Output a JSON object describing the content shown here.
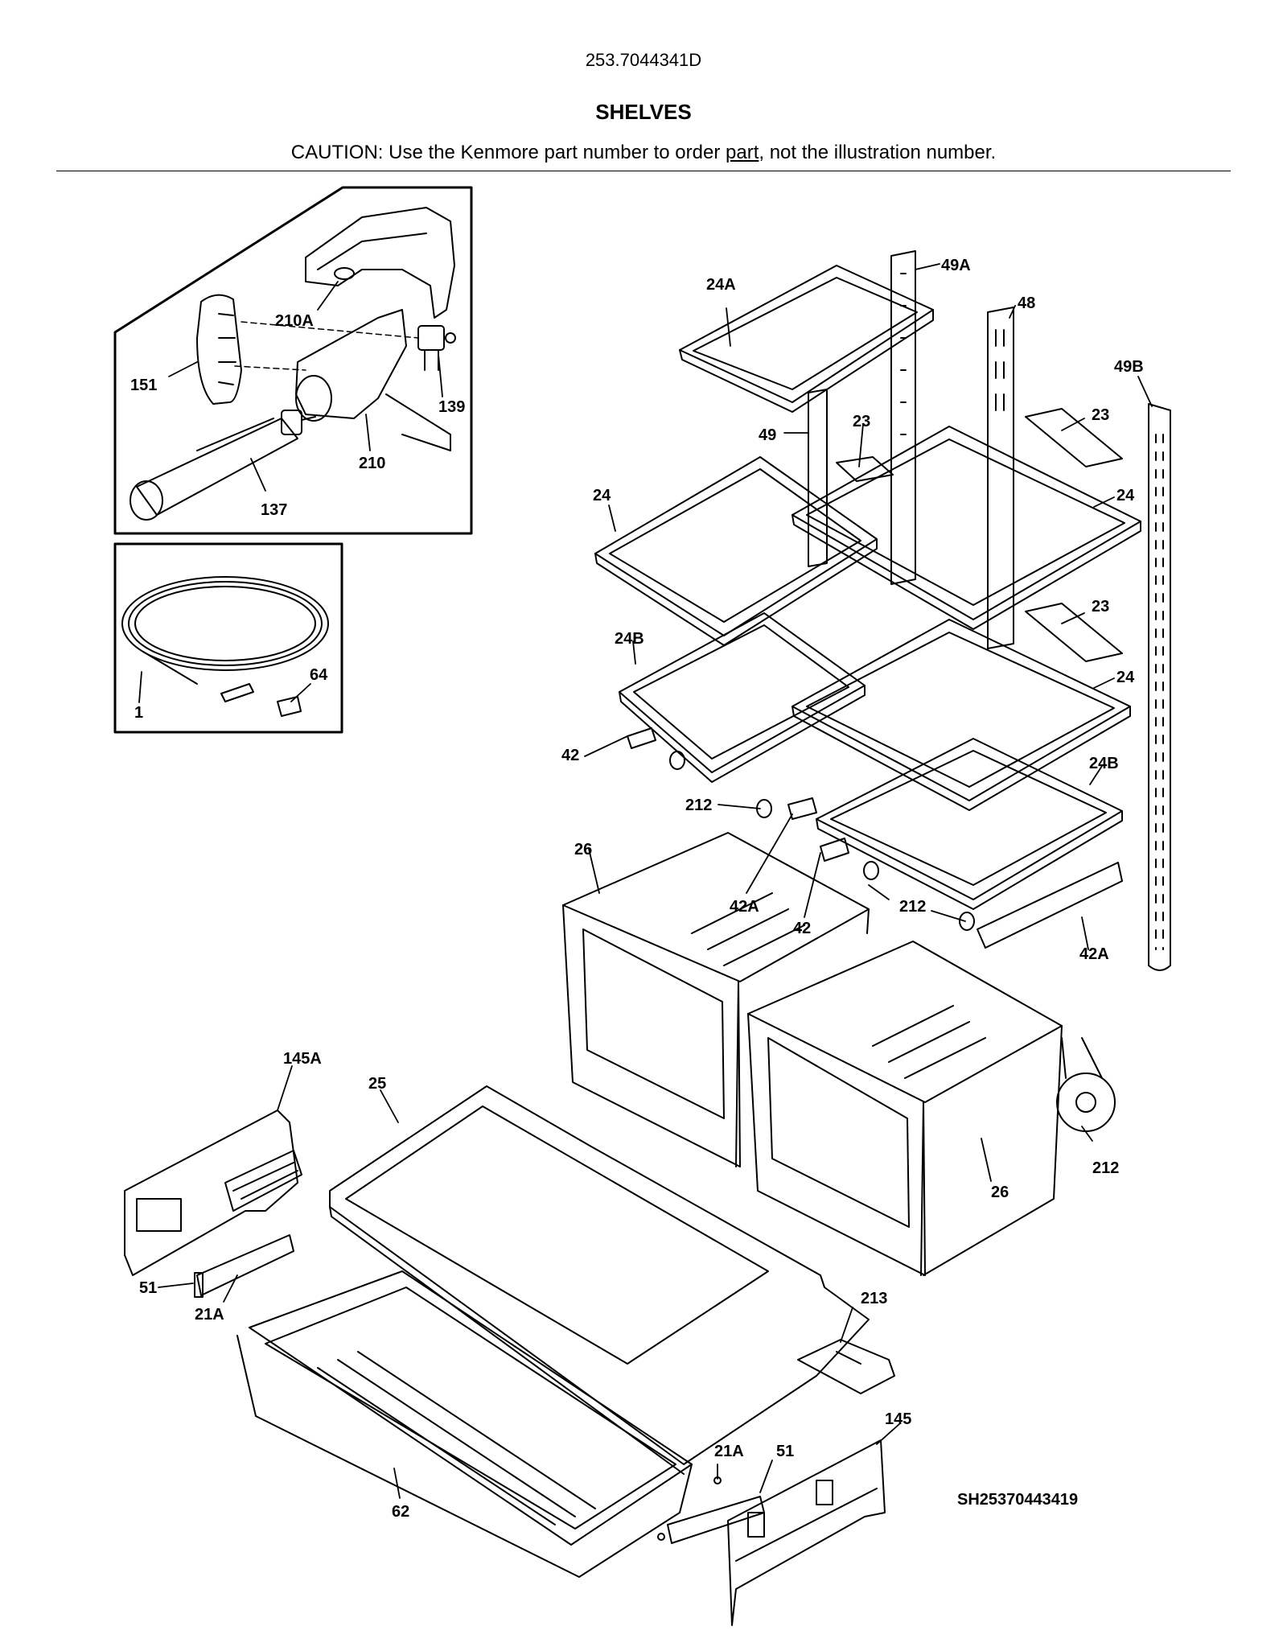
{
  "header": {
    "model_number": "253.7044341D",
    "title": "SHELVES",
    "caution_before": "CAUTION: Use the Kenmore part number to order ",
    "caution_link": "part",
    "caution_after": ", not the illustration number."
  },
  "callouts": {
    "c210A": "210A",
    "c151": "151",
    "c139": "139",
    "c210": "210",
    "c137": "137",
    "c1": "1",
    "c64": "64",
    "c24A": "24A",
    "c49A": "49A",
    "c48": "48",
    "c49B": "49B",
    "c49": "49",
    "c23a": "23",
    "c23b": "23",
    "c23c": "23",
    "c24a": "24",
    "c24b": "24",
    "c24c": "24",
    "c24Ba": "24B",
    "c24Bb": "24B",
    "c42a": "42",
    "c42b": "42",
    "c42Aa": "42A",
    "c42Ab": "42A",
    "c212a": "212",
    "c212b": "212",
    "c212c": "212",
    "c26a": "26",
    "c26b": "26",
    "c145A": "145A",
    "c25": "25",
    "c51a": "51",
    "c51b": "51",
    "c21Aa": "21A",
    "c21Ab": "21A",
    "c213": "213",
    "c145": "145",
    "c62": "62"
  },
  "footer": {
    "diagram_code": "SH25370443419"
  }
}
